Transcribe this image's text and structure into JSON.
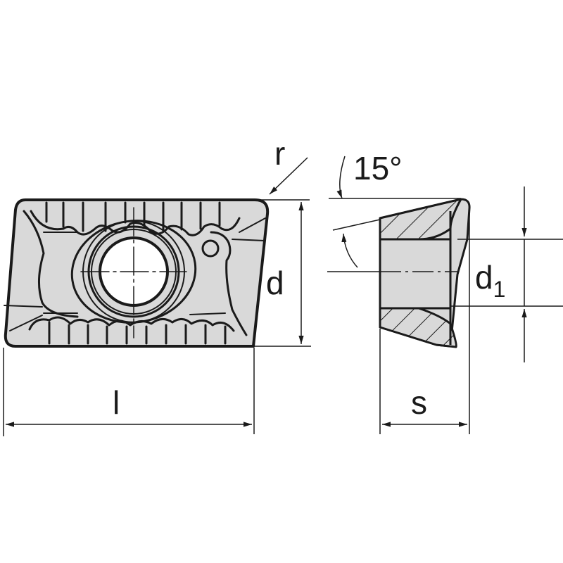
{
  "drawing": {
    "type": "technical-drawing",
    "subject": "indexable cutting insert",
    "views": [
      "top-view",
      "side-section-view"
    ],
    "colors": {
      "fill": "#d9d9d9",
      "line": "#1a1a1a",
      "background": "#ffffff"
    }
  },
  "labels": {
    "corner_radius": "r",
    "width": "d",
    "length": "l",
    "angle": "15°",
    "hole_diameter": "d",
    "hole_diameter_sub": "1",
    "thickness": "s"
  }
}
